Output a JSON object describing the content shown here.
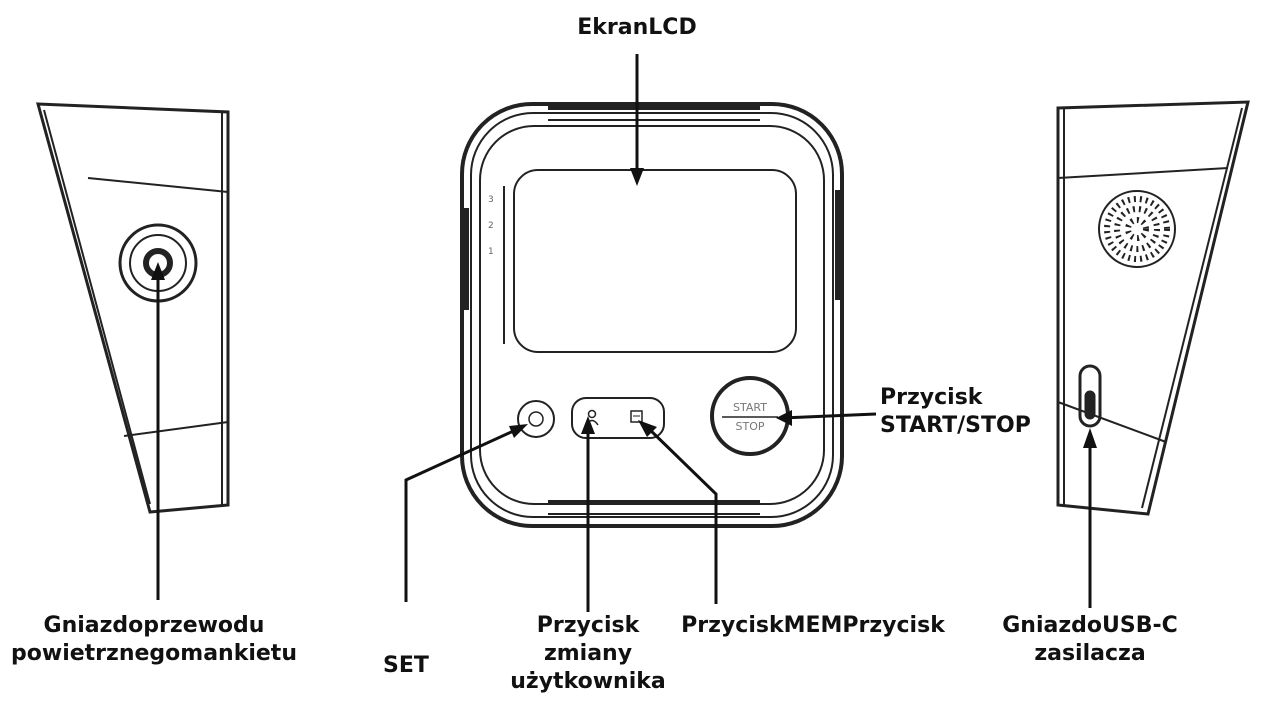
{
  "labels": {
    "lcd": "EkranLCD",
    "start_stop_1": "Przycisk",
    "start_stop_2": "START/STOP",
    "cuff_socket_1": "Gniazdoprzewodu",
    "cuff_socket_2": "powietrznegomankietu",
    "set": "SET",
    "user_1": "Przycisk",
    "user_2": "zmiany",
    "user_3": "użytkownika",
    "mem": "PrzyciskMEMPrzycisk",
    "usb_1": "GniazdoUSB-C",
    "usb_2": "zasilacza"
  },
  "device": {
    "start_text": "START",
    "stop_text": "STOP",
    "user_indicators": [
      "3",
      "2",
      "1"
    ]
  }
}
